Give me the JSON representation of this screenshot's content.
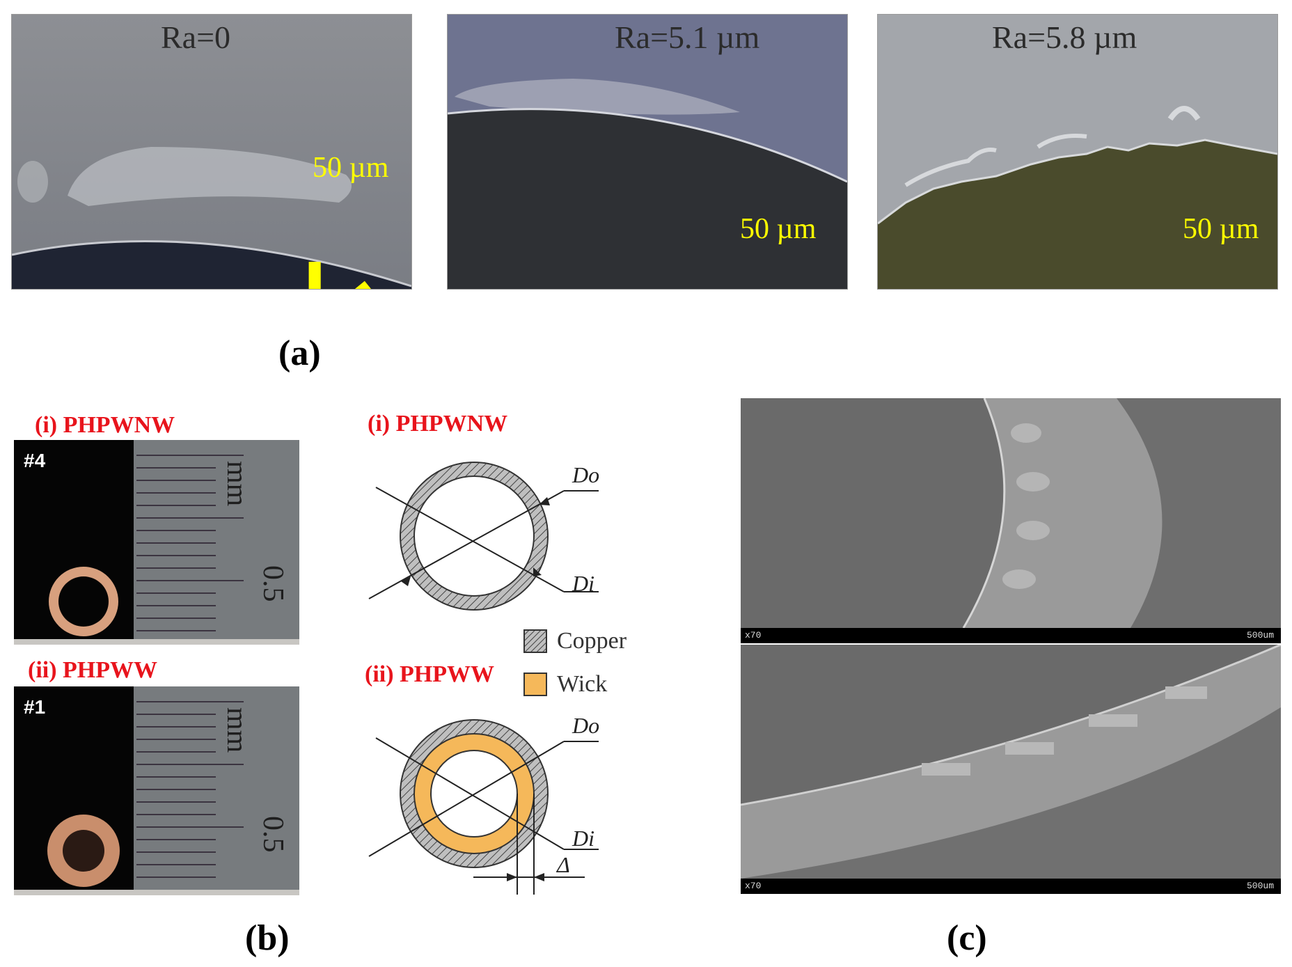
{
  "panel_a": {
    "caption": "(a)",
    "images": [
      {
        "label": "Ra=0",
        "scale": "50 µm"
      },
      {
        "label": "Ra=5.1 µm",
        "scale": "50 µm"
      },
      {
        "label": "Ra=5.8 µm",
        "scale": "50 µm"
      }
    ]
  },
  "panel_b": {
    "caption": "(b)",
    "photo_top": {
      "title": "(i) PHPWNW",
      "tag": "#4",
      "ruler_unit": "mm",
      "ruler_mark": "0.5"
    },
    "photo_bottom": {
      "title": "(ii) PHPWW",
      "tag": "#1",
      "ruler_unit": "mm",
      "ruler_mark": "0.5"
    },
    "diagram_top": {
      "title": "(i) PHPWNW",
      "do": "Do",
      "di": "Di"
    },
    "diagram_bottom": {
      "title": "(ii) PHPWW",
      "do": "Do",
      "di": "Di",
      "delta": "Δ"
    },
    "legend": [
      {
        "label": "Copper"
      },
      {
        "label": "Wick"
      }
    ]
  },
  "panel_c": {
    "caption": "(c)",
    "sem_top": {
      "mag": "x70",
      "scale": "500um"
    },
    "sem_bottom": {
      "mag": "x70",
      "scale": "500um"
    }
  },
  "colors": {
    "scale_bar": "#ffff00",
    "label_red": "#e8141c",
    "wick": "#f5b85a"
  }
}
